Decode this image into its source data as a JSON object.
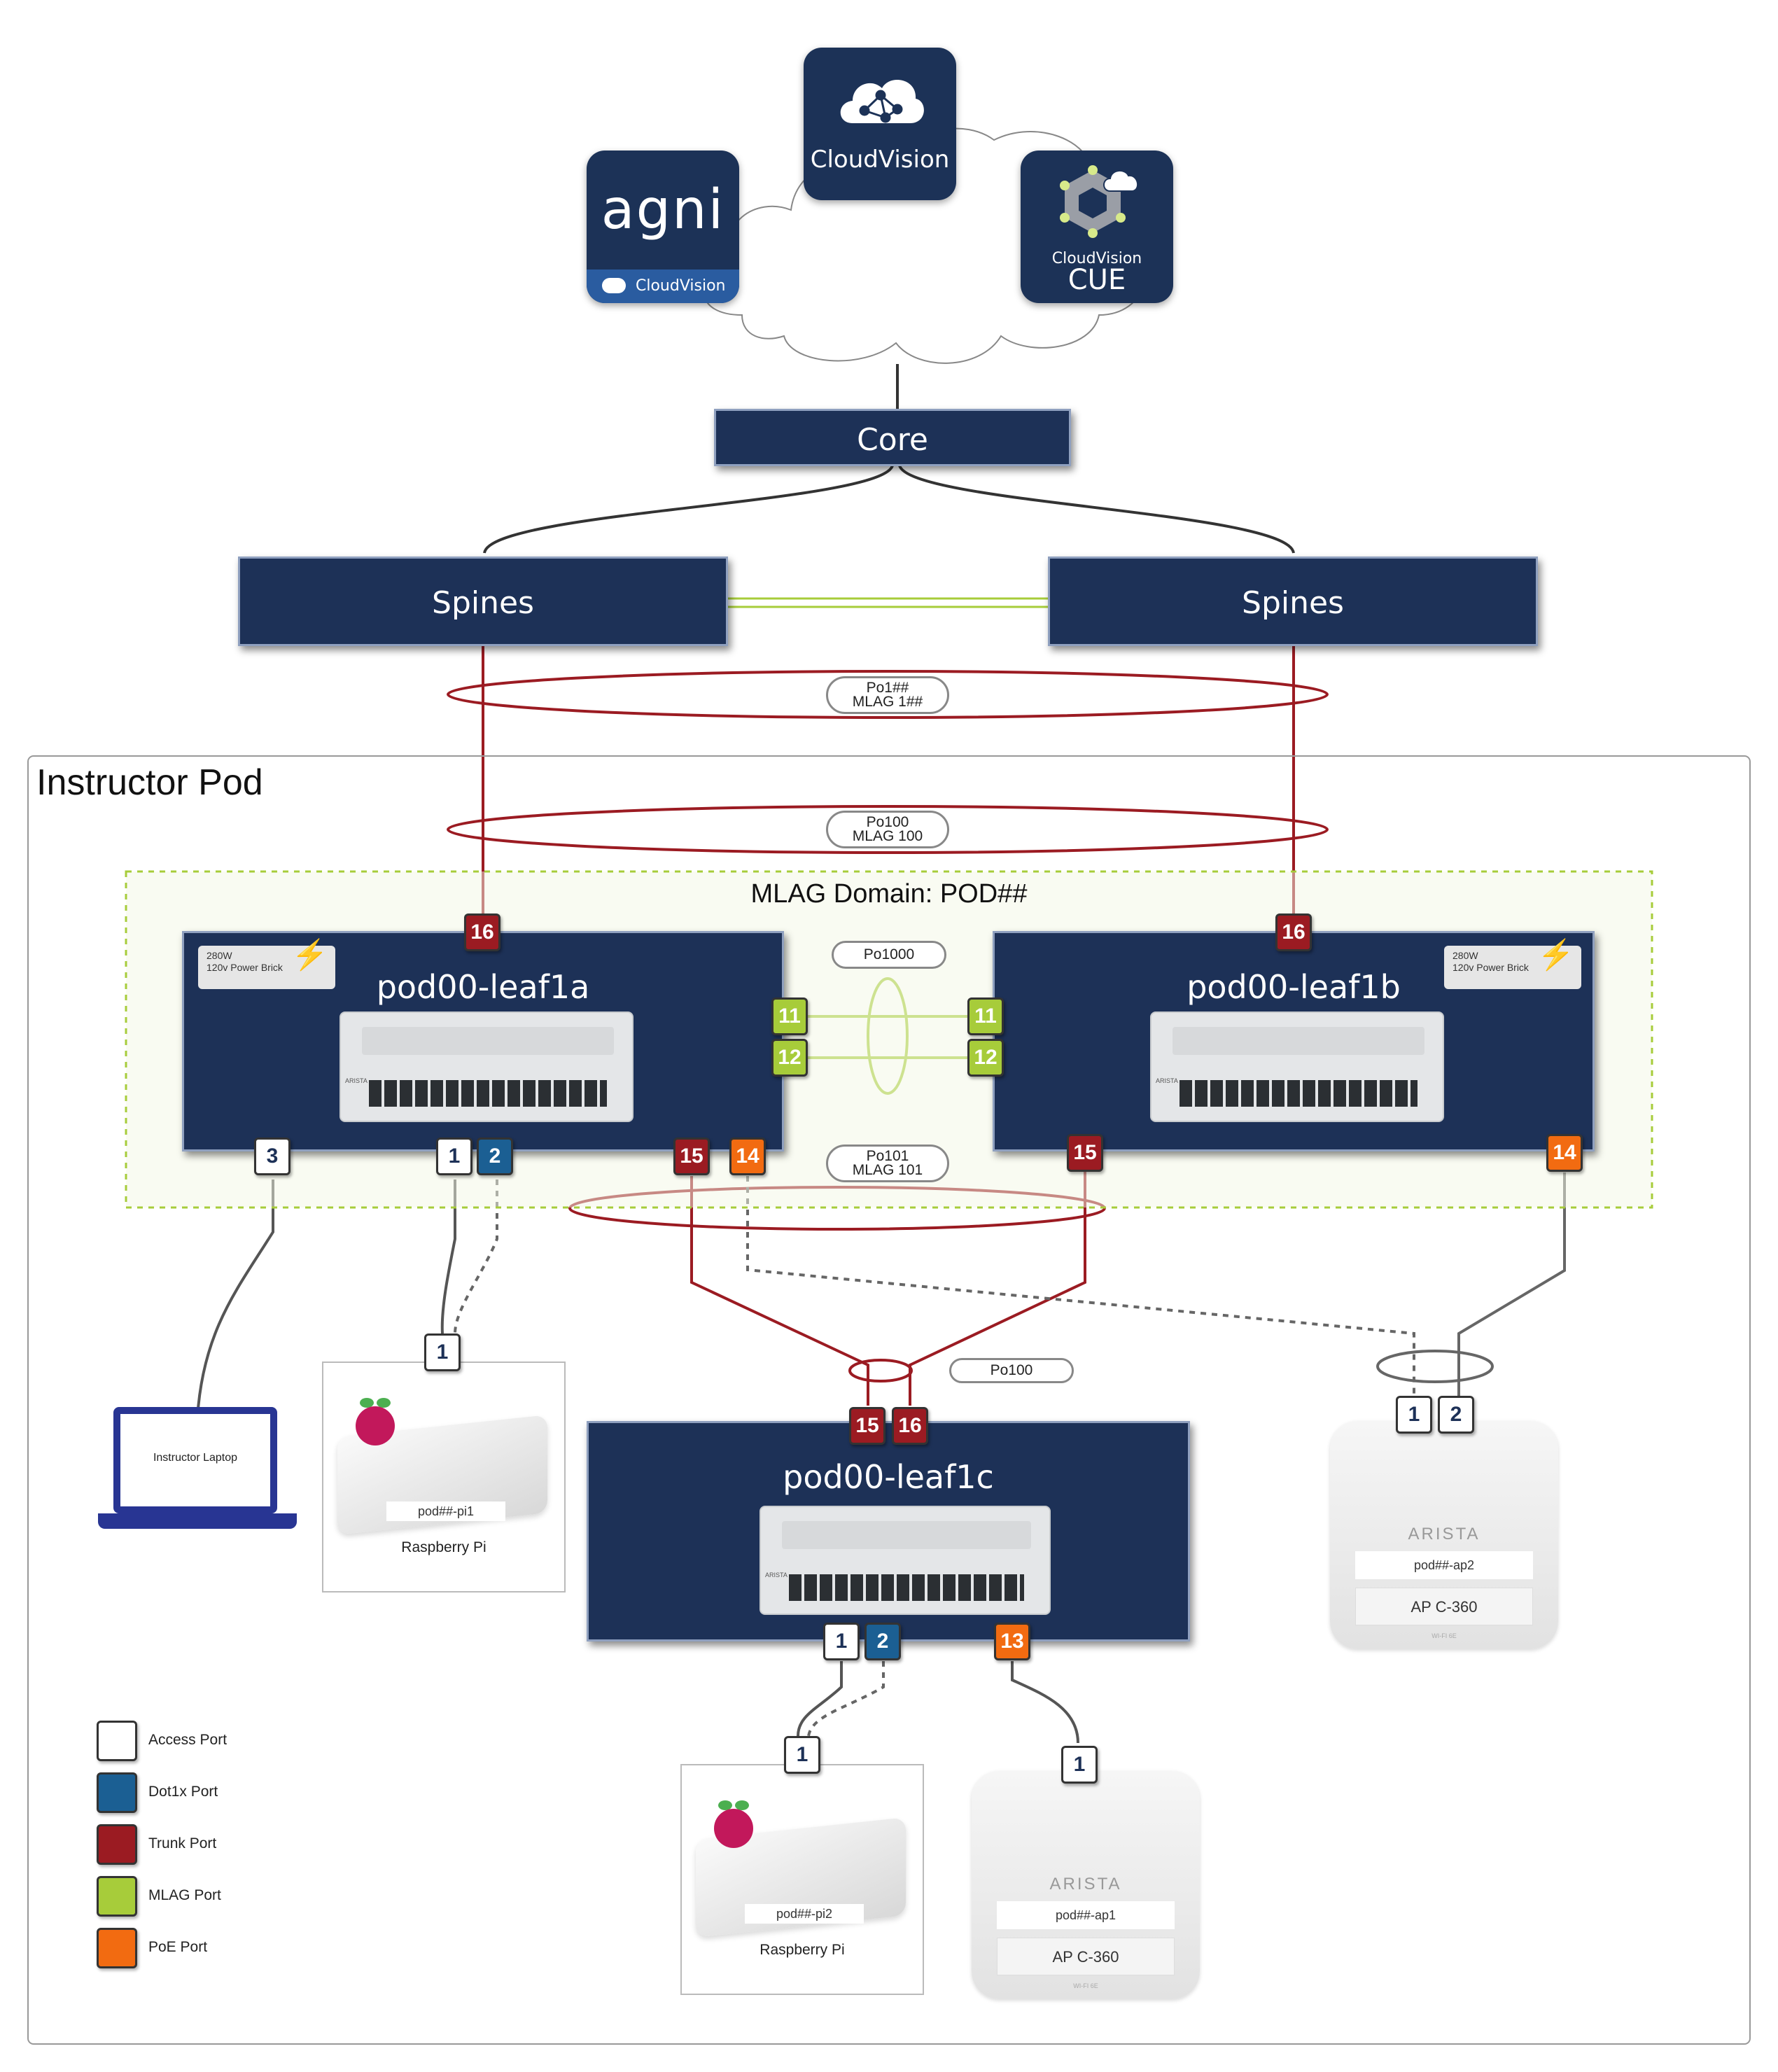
{
  "cloud": {
    "cloudvision_label": "CloudVision",
    "agni": {
      "title": "agni",
      "subtitle": "CloudVision"
    },
    "cue": {
      "line1": "CloudVision",
      "line2": "CUE"
    }
  },
  "core": {
    "label": "Core"
  },
  "spines": {
    "left_label": "Spines",
    "right_label": "Spines"
  },
  "portchannels": {
    "spine_mlag": {
      "line1": "Po1##",
      "line2": "MLAG 1##"
    },
    "pod_mlag": {
      "line1": "Po100",
      "line2": "MLAG 100"
    },
    "peer_link": {
      "line1": "Po1000"
    },
    "leaf_down": {
      "line1": "Po101",
      "line2": "MLAG 101"
    },
    "leaf1c_uplink": {
      "line1": "Po100"
    }
  },
  "pod": {
    "title": "Instructor Pod",
    "mlag_domain": "MLAG Domain: POD##"
  },
  "leaf1a": {
    "name": "pod00-leaf1a",
    "brick": {
      "line1": "280W",
      "line2": "120v Power Brick"
    },
    "ports": {
      "uplink": "16",
      "mlag1": "11",
      "mlag2": "12",
      "access": "3",
      "access2": "1",
      "dot1x": "2",
      "trunk": "15",
      "poe": "14"
    }
  },
  "leaf1b": {
    "name": "pod00-leaf1b",
    "brick": {
      "line1": "280W",
      "line2": "120v Power Brick"
    },
    "ports": {
      "uplink": "16",
      "mlag1": "11",
      "mlag2": "12",
      "trunk": "15",
      "poe": "14"
    }
  },
  "leaf1c": {
    "name": "pod00-leaf1c",
    "ports": {
      "up1": "15",
      "up2": "16",
      "access": "1",
      "dot1x": "2",
      "poe": "13"
    }
  },
  "laptop": {
    "label": "Instructor Laptop"
  },
  "pi1": {
    "port": "1",
    "hostname": "pod##-pi1",
    "label": "Raspberry Pi"
  },
  "pi2": {
    "port": "1",
    "hostname": "pod##-pi2",
    "label": "Raspberry Pi"
  },
  "ap2": {
    "ports": [
      "1",
      "2"
    ],
    "brand": "ARISTA",
    "hostname": "pod##-ap2",
    "model": "AP C-360",
    "tag": "WI-FI 6E"
  },
  "ap1": {
    "port": "1",
    "brand": "ARISTA",
    "hostname": "pod##-ap1",
    "model": "AP C-360",
    "tag": "WI-FI 6E"
  },
  "switch_brand": "ARISTA",
  "legend": [
    {
      "label": "Access Port",
      "color": "#ffffff"
    },
    {
      "label": "Dot1x Port",
      "color": "#1b5f93"
    },
    {
      "label": "Trunk Port",
      "color": "#9b1b22"
    },
    {
      "label": "MLAG Port",
      "color": "#a7cc3a"
    },
    {
      "label": "PoE Port",
      "color": "#f26b11"
    }
  ],
  "colors": {
    "navy": "#1d3157",
    "trunk": "#9b1b22",
    "mlag": "#a7cc3a",
    "poe": "#f26b11",
    "dot1x": "#1b5f93"
  }
}
